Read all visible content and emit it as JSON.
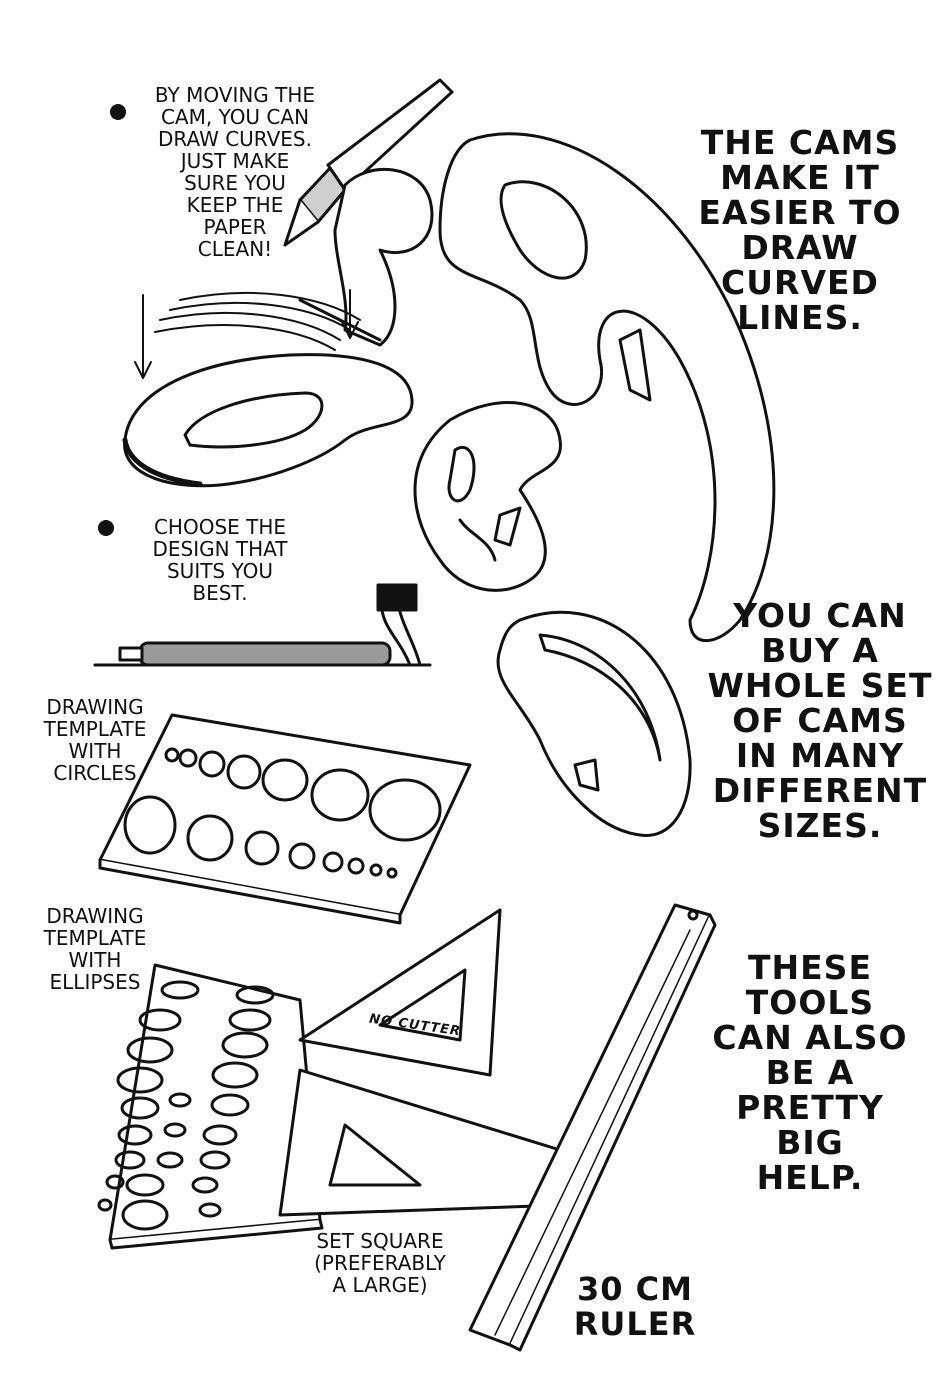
{
  "captions": {
    "cams_ease": "THE CAMS\nMAKE IT\nEASIER TO\nDRAW\nCURVED\nLINES.",
    "buy_set": "YOU CAN\nBUY A\nWHOLE SET\nOF CAMS\nIN MANY\nDIFFERENT\nSIZES.",
    "tools_help": "THESE\nTOOLS\nCAN ALSO\nBE A\nPRETTY\nBIG\nHELP.",
    "moving_cam": "BY MOVING THE\nCAM, YOU CAN\nDRAW CURVES.\nJUST MAKE\nSURE YOU\nKEEP THE\nPAPER\nCLEAN!",
    "choose_design": "CHOOSE THE\nDESIGN THAT\nSUITS YOU\nBEST."
  },
  "labels": {
    "circles_template": "DRAWING\nTEMPLATE\nWITH\nCIRCLES",
    "ellipses_template": "DRAWING\nTEMPLATE\nWITH\nELLIPSES",
    "set_square": "SET SQUARE\n(PREFERABLY\nA LARGE)",
    "ruler": "30 CM\nRULER",
    "no_cutter": "NO CUTTER"
  },
  "icons": {
    "bullet": "bullet-dot-icon",
    "arrow": "down-arrow-icon"
  },
  "colors": {
    "ink": "#111111",
    "paper": "#ffffff",
    "screentone": "#9a9a9a"
  }
}
